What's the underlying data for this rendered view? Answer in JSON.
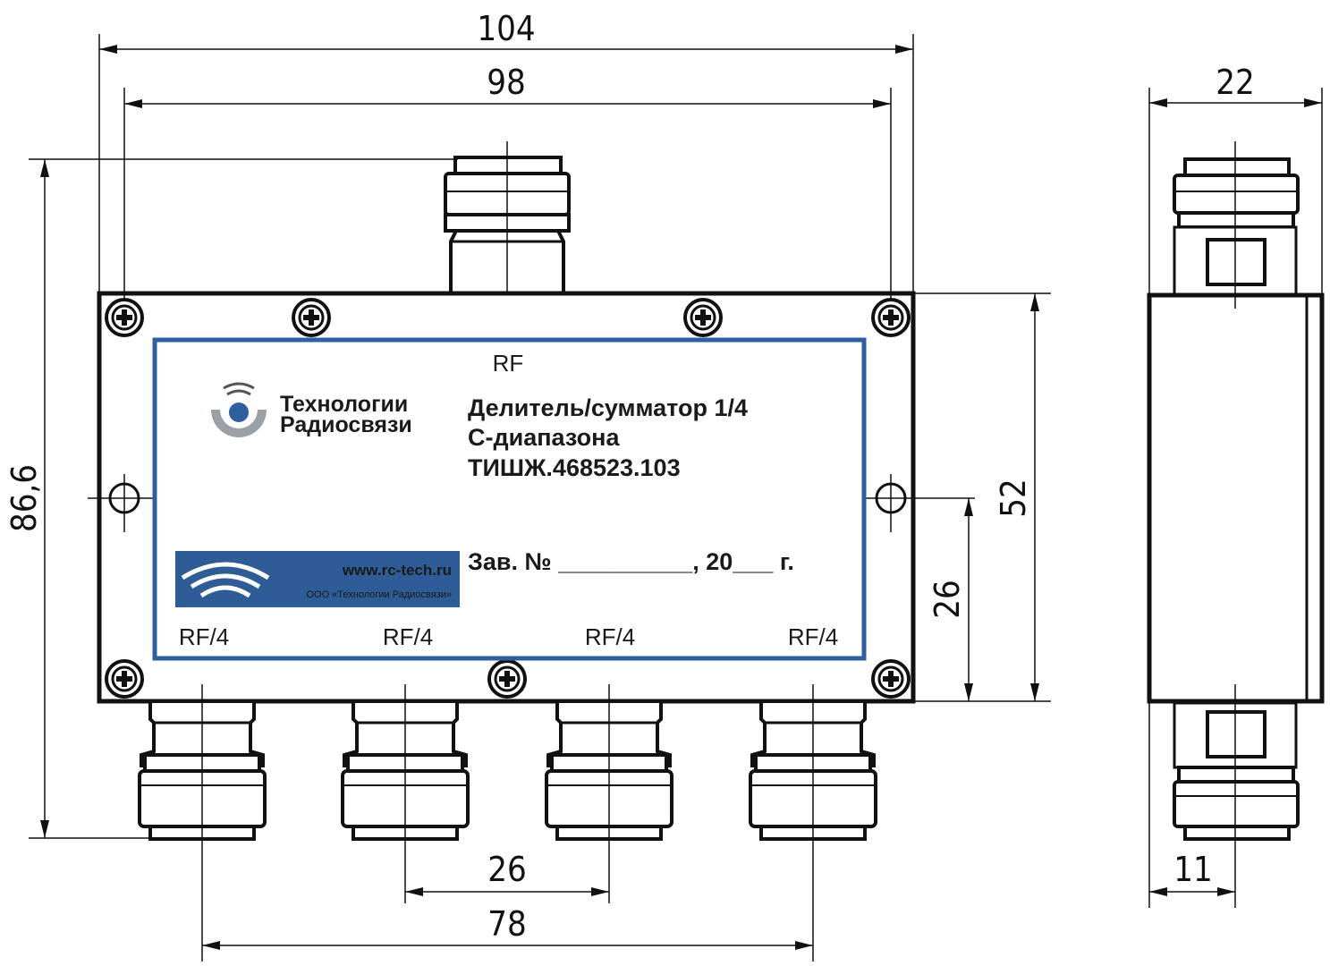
{
  "dimensions": {
    "overall_width": "104",
    "hole_spacing": "98",
    "overall_height": "86,6",
    "body_height": "52",
    "center_offset": "26",
    "connector_pitch": "26",
    "outer_connector_span": "78",
    "depth": "22",
    "half_depth": "11"
  },
  "label": {
    "rf_in": "RF",
    "title_line1": "Делитель/сумматор 1/4",
    "title_line2": "С-диапазона",
    "title_line3": "ТИШЖ.468523.103",
    "serial": "Зав. № __________, 20___ г.",
    "outputs": [
      "RF/4",
      "RF/4",
      "RF/4",
      "RF/4"
    ]
  },
  "logo": {
    "line1": "Технологии",
    "line2": "Радиосвязи"
  },
  "banner": {
    "url": "www.rc-tech.ru",
    "company": "ООО «Технологии Радиосвязи»"
  },
  "colors": {
    "label_border": "#2f5f9e",
    "banner": "#2e5c96",
    "logo_blue": "#2f5f9e",
    "logo_gray": "#9aa0a6"
  }
}
